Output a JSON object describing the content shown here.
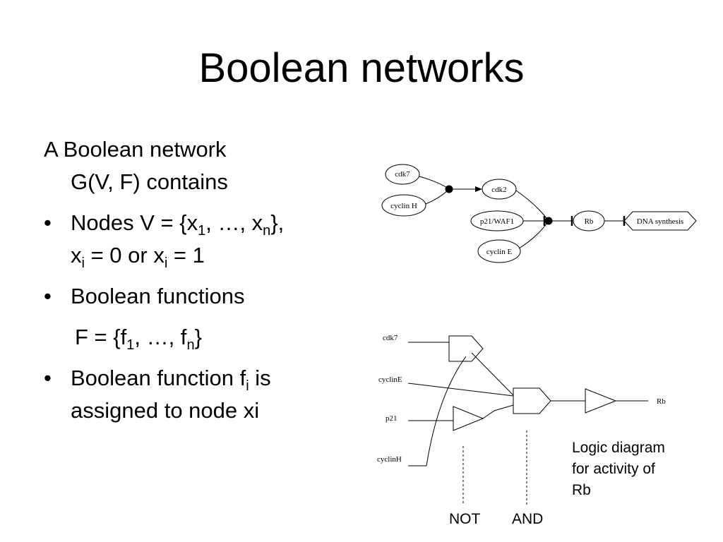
{
  "title": "Boolean networks",
  "body": {
    "intro_line1": "A Boolean network",
    "intro_line2": "G(V, F) contains",
    "bullet_char": "•",
    "bullets": [
      {
        "line1_pre": "Nodes V = {x",
        "sub1": "1",
        "line1_mid": ", …, x",
        "sub2": "n",
        "line1_post": "},",
        "line2_a": "x",
        "sub3": "i",
        "line2_b": " = 0 or x",
        "sub4": "i",
        "line2_c": " = 1"
      },
      {
        "text": "Boolean functions"
      },
      {
        "line1_pre": "Boolean function f",
        "sub1": "i",
        "line1_post": " is",
        "line2": "assigned to node xi"
      }
    ],
    "F_pre": "F = {f",
    "F_sub1": "1",
    "F_mid": ", …, f",
    "F_sub2": "n",
    "F_post": "}"
  },
  "network": {
    "nodes": [
      "cdk7",
      "cyclin H",
      "cdk2",
      "p21/WAF1",
      "cyclin E",
      "Rb",
      "DNA synthesis"
    ]
  },
  "logic": {
    "inputs": [
      "cdk7",
      "cyclinE",
      "p21",
      "cyclinH"
    ],
    "output": "Rb",
    "not_label": "NOT",
    "and_label": "AND"
  },
  "caption": [
    "Logic diagram",
    "for activity of",
    "Rb"
  ]
}
